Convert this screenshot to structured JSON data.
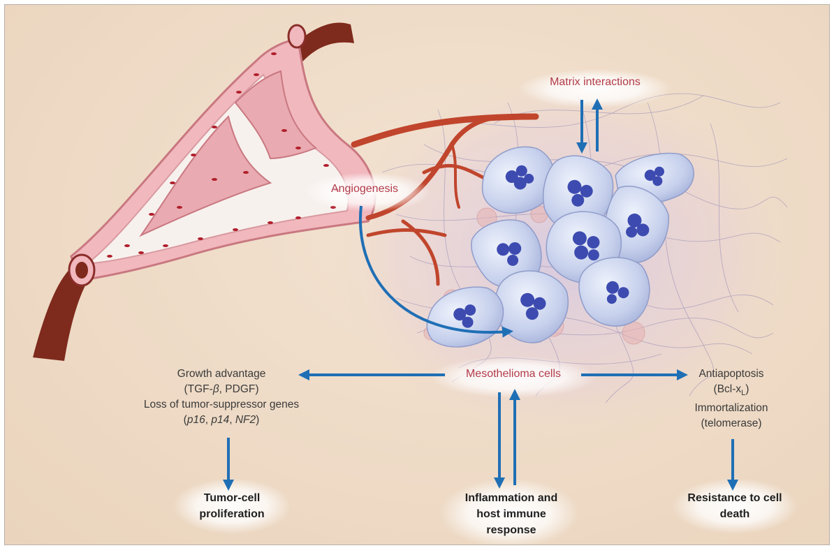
{
  "labels": {
    "matrix": "Matrix interactions",
    "angiogenesis": "Angiogenesis",
    "mesothelioma": "Mesothelioma cells",
    "growth": {
      "line1": "Growth advantage",
      "line2_pre": "(TGF-",
      "line2_beta": "β",
      "line2_post": ", PDGF)",
      "line3": "Loss of tumor-suppressor genes",
      "line4_open": "(",
      "line4_g1": "p16",
      "line4_sep1": ", ",
      "line4_g2": "p14",
      "line4_sep2": ", ",
      "line4_g3": "NF2",
      "line4_close": ")"
    },
    "antiapoptosis": {
      "line1": "Antiapoptosis",
      "line2_pre": "(Bcl-x",
      "line2_sub": "L",
      "line2_post": ")",
      "line3": "Immortalization",
      "line4": "(telomerase)"
    },
    "tumor": {
      "line1": "Tumor-cell",
      "line2": "proliferation"
    },
    "inflammation": {
      "line1": "Inflammation and",
      "line2": "host immune",
      "line3": "response"
    },
    "resistance": {
      "line1": "Resistance to cell",
      "line2": "death"
    }
  },
  "colors": {
    "arrow": "#1f6fb5",
    "label_red": "#b23a48",
    "vessel": "#c0452c",
    "cell": "#c9d3ee",
    "nucleus": "#3d4bb0"
  }
}
